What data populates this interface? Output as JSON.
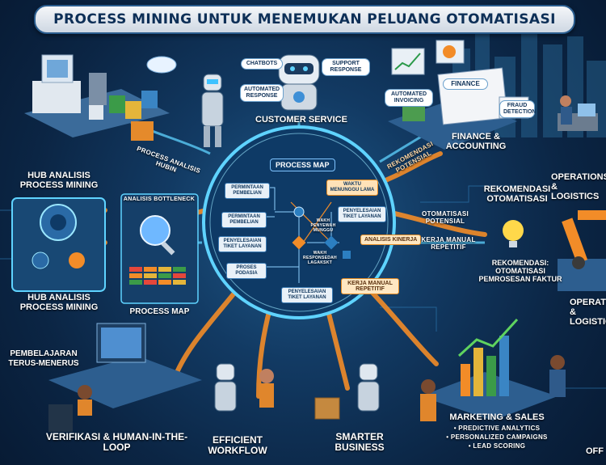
{
  "title": "PROCESS MINING UNTUK MENEMUKAN PELUANG OTOMATISASI",
  "customer_service": {
    "label": "CUSTOMER SERVICE",
    "bubble_chatbots": "CHATBOTS",
    "bubble_support": "SUPPORT RESPONSE",
    "bubble_automated": "AUTOMATED RESPONSE"
  },
  "finance": {
    "label": "FINANCE & ACCOUNTING",
    "board": "FINANCE",
    "invoicing": "AUTOMATED INVOICING",
    "fraud": "FRAUD DETECTION"
  },
  "operations": {
    "label": "OPERATIONS & LOGISTICS",
    "label_lower": "OPERATIONS & LOGISTICS"
  },
  "recommendations": {
    "rekomendasi_potensial": "REKOMENDASI POTENSIAL",
    "rekomendasi_otomatisasi": "REKOMENDASI OTOMATISASI",
    "otomatisasi_potensial": "OTOMATISASI POTENSIAL",
    "rekomendasi_faktur": "REKOMENDASI: OTOMATISASI PEMROSESAN FAKTUR"
  },
  "hub": {
    "label_top": "HUB ANALISIS PROCESS MINING",
    "label_bottom": "HUB ANALISIS PROCESS MINING",
    "arrow_process_analysis": "PROCESS ANALISIS HUBIN",
    "bottleneck": "ANALISIS BOTTLENECK",
    "process_map": "PROCESS MAP"
  },
  "center_map": {
    "title": "PROCESS MAP",
    "permintaan1": "PERMINTAAN PEMBELIAN",
    "permintaan2": "PERMINTAAN PEMBELIAN",
    "waktu": "WAKTU MENUNGGU LAMA",
    "penyelesaian1": "PENYELESAIAN TIKET LAYANAN",
    "penyelesaian2": "PENYELESAIAN TIKET LAYANAN",
    "penyelesaian3": "PENYELESAIAN TIKET LAYANAN",
    "proses": "PROSES PODASIA",
    "analisis": "ANALISIS KINERJA",
    "kerja_manual_1": "KERJA MANUAL REPETITIF",
    "kerja_manual_2": "KERJA MANUAL REPETITIF",
    "mini1": "WAKH PENYEWAH MUNGGU",
    "mini2": "WAKH RESPONSEDAH LAGAKSKT"
  },
  "bottom": {
    "pembelajaran": "PEMBELAJARAN TERUS-MENERUS",
    "verifikasi": "VERIFIKASI & HUMAN-IN-THE-LOOP",
    "efficient": "EFFICIENT WORKFLOW",
    "smarter": "SMARTER BUSINESS"
  },
  "marketing": {
    "label": "MARKETING & SALES",
    "item1": "• PREDICTIVE ANALYTICS",
    "item2": "• PERSONALIZED CAMPAIGNS",
    "item3": "• LEAD SCORING"
  },
  "office": "OFF",
  "colors": {
    "accent": "#f28c28",
    "glow": "#5fd3ff",
    "navy": "#0b2544"
  }
}
